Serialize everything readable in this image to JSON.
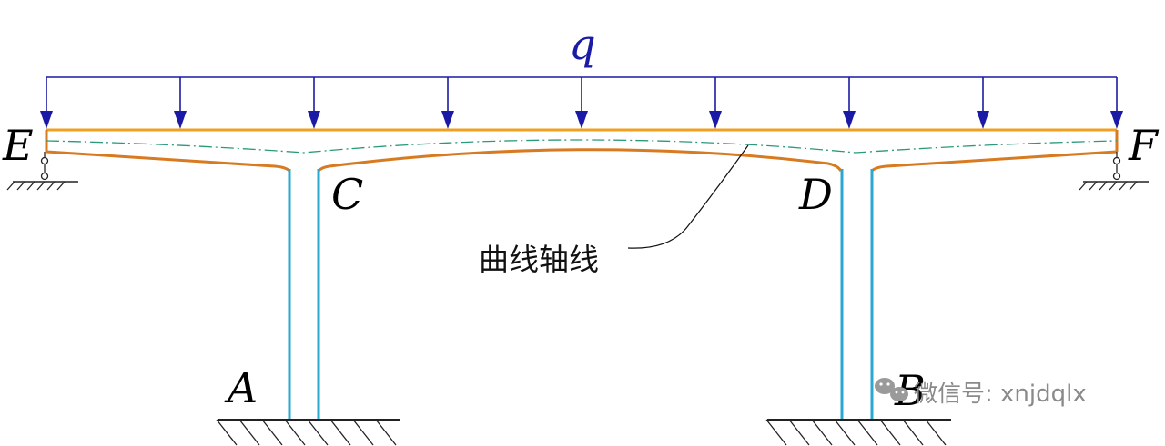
{
  "load": {
    "label": "q",
    "arrow_count": 9
  },
  "points": {
    "E": "E",
    "F": "F",
    "C": "C",
    "D": "D",
    "A": "A",
    "B": "B"
  },
  "annotation": "曲线轴线",
  "watermark": "微信号: xnjdqlx",
  "colors": {
    "load": "#1a1aa6",
    "beam_top": "#f0a020",
    "beam_bottom": "#d87a20",
    "column": "#2aa8d0",
    "axis": "#2a9a7a",
    "ground": "#222222"
  }
}
